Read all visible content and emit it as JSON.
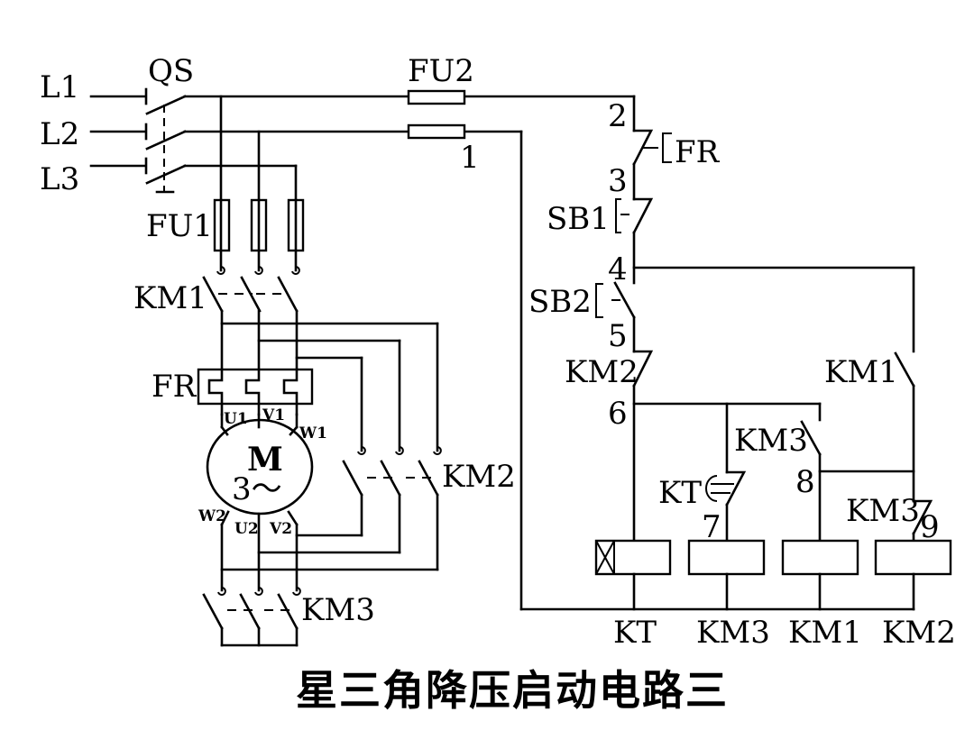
{
  "diagram": {
    "title": "星三角降压启动电路三",
    "colors": {
      "line": "#000000",
      "background": "#ffffff"
    },
    "power": {
      "phases": [
        "L1",
        "L2",
        "L3"
      ],
      "main_switch": "QS",
      "main_fuses": "FU1",
      "control_fuse": "FU2",
      "main_contactor": "KM1",
      "thermal_relay": "FR",
      "delta_contactor": "KM2",
      "star_contactor": "KM3"
    },
    "motor": {
      "symbol": "M",
      "phase_label": "3～",
      "terminals": {
        "u1": "U1",
        "v1": "V1",
        "w1": "W1",
        "u2": "U2",
        "v2": "V2",
        "w2": "W2"
      }
    },
    "control": {
      "nodes": [
        "1",
        "2",
        "3",
        "4",
        "5",
        "6",
        "7",
        "8",
        "9"
      ],
      "contacts": {
        "fr_nc": "FR",
        "stop_button": "SB1",
        "start_button": "SB2",
        "km2_nc": "KM2",
        "km1_hold": "KM1",
        "km3_no": "KM3",
        "kt_delay": "KT",
        "km3_nc": "KM3"
      },
      "coils": [
        "KT",
        "KM3",
        "KM1",
        "KM2"
      ]
    }
  }
}
